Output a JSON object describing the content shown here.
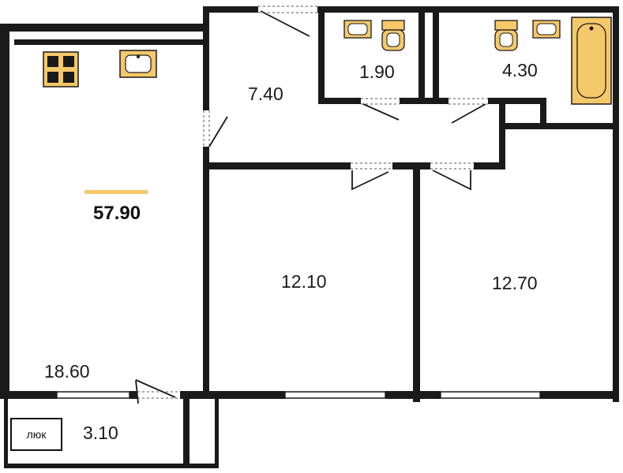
{
  "total_area": "57.90",
  "accent_color": "#f5c86a",
  "wall_color": "#1a1a1a",
  "rooms": {
    "living": "18.60",
    "hall": "7.40",
    "wc": "1.90",
    "bath": "4.30",
    "bedroom1": "12.10",
    "bedroom2": "12.70",
    "balcony": "3.10"
  },
  "hatch_label": "люк",
  "fixtures": [
    "stove-icon",
    "kitchen-sink-icon",
    "washbasin-icon",
    "toilet-icon",
    "bathtub-icon"
  ]
}
